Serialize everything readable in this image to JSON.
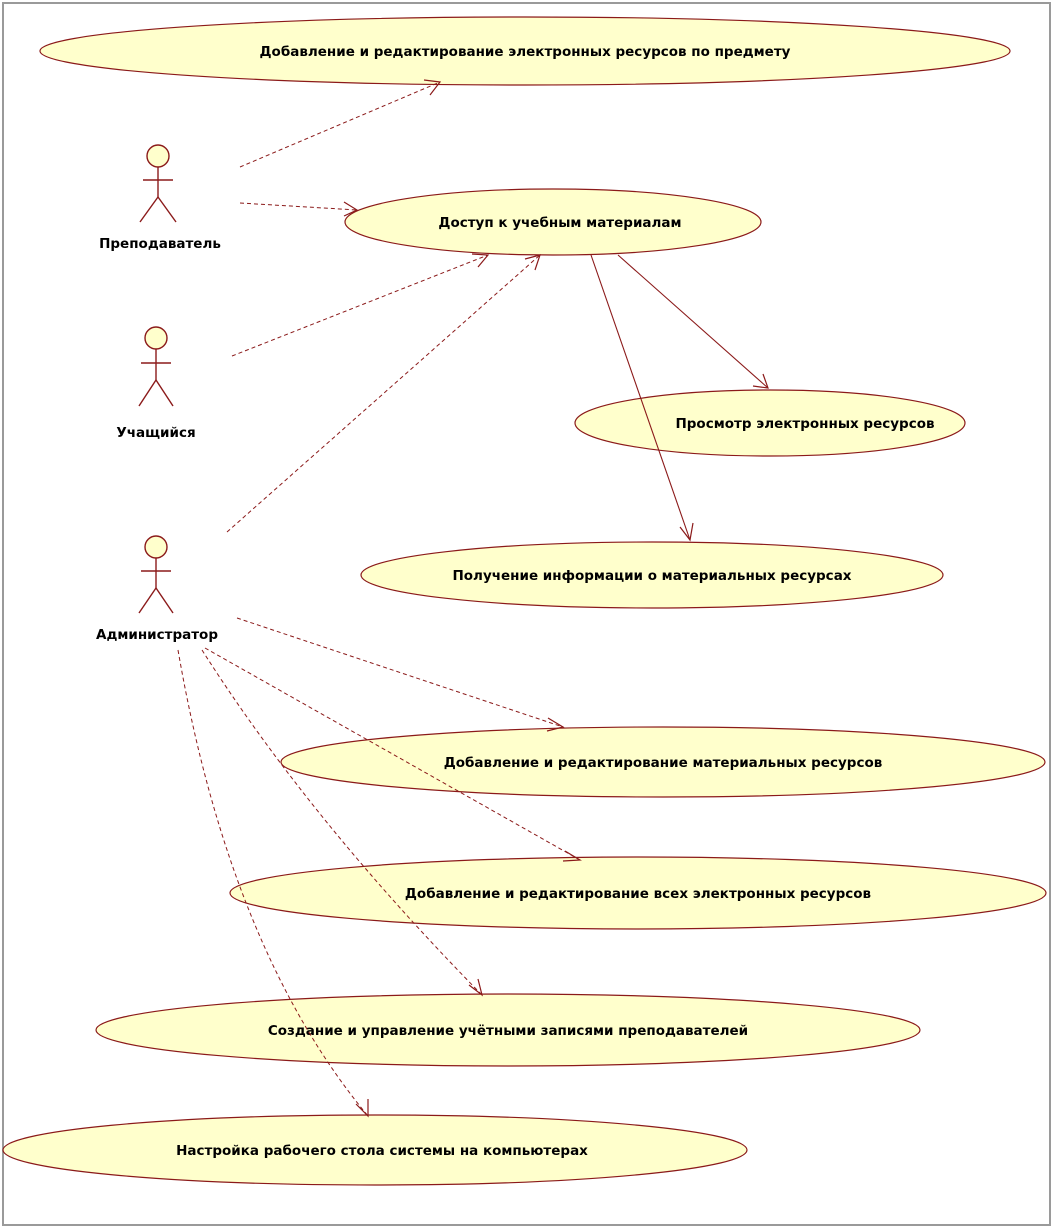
{
  "actors": {
    "teacher": "Преподаватель",
    "student": "Учащийся",
    "admin": "Администратор"
  },
  "use_cases": {
    "add_edit_subject_resources": "Добавление и редактирование электронных ресурсов по предмету",
    "access_materials": "Доступ к учебным материалам",
    "view_resources": "Просмотр электронных ресурсов",
    "get_material_info": "Получение информации о материальных ресурсах",
    "add_edit_material_resources": "Добавление и редактирование материальных ресурсов",
    "add_edit_all_resources": "Добавление и редактирование всех электронных ресурсов",
    "manage_teacher_accounts": "Создание и управление учётными записями преподавателей",
    "configure_desktop": "Настройка рабочего стола системы на компьютерах"
  },
  "colors": {
    "usecase_fill": "#ffffcc",
    "line": "#8b1a1a"
  }
}
